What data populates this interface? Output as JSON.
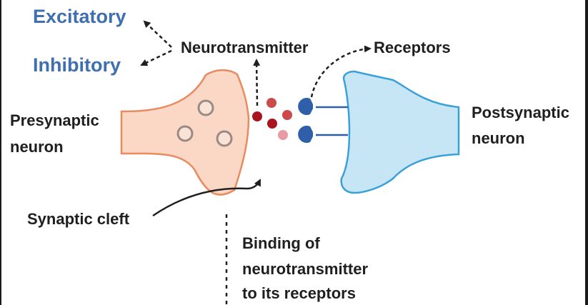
{
  "labels": {
    "excitatory": "Excitatory",
    "inhibitory": "Inhibitory",
    "neurotransmitter": "Neurotransmitter",
    "receptors": "Receptors",
    "presynaptic_line1": "Presynaptic",
    "presynaptic_line2": "neuron",
    "postsynaptic_line1": "Postsynaptic",
    "postsynaptic_line2": "neuron",
    "synaptic_cleft": "Synaptic cleft",
    "binding_line1": "Binding of",
    "binding_line2": "neurotransmitter",
    "binding_line3": "to its receptors"
  },
  "colors": {
    "type_label": "#3f6fae",
    "text": "#1f1f1f",
    "presynaptic_fill": "#fbd8c6",
    "presynaptic_stroke": "#ea8a5f",
    "postsynaptic_fill": "#c6e6f6",
    "postsynaptic_stroke": "#3aa0d8",
    "receptor": "#2f5fa8",
    "neurotransmitter_dark": "#a8141f",
    "neurotransmitter_mid": "#cc4a4a",
    "neurotransmitter_light": "#e79aa3"
  }
}
